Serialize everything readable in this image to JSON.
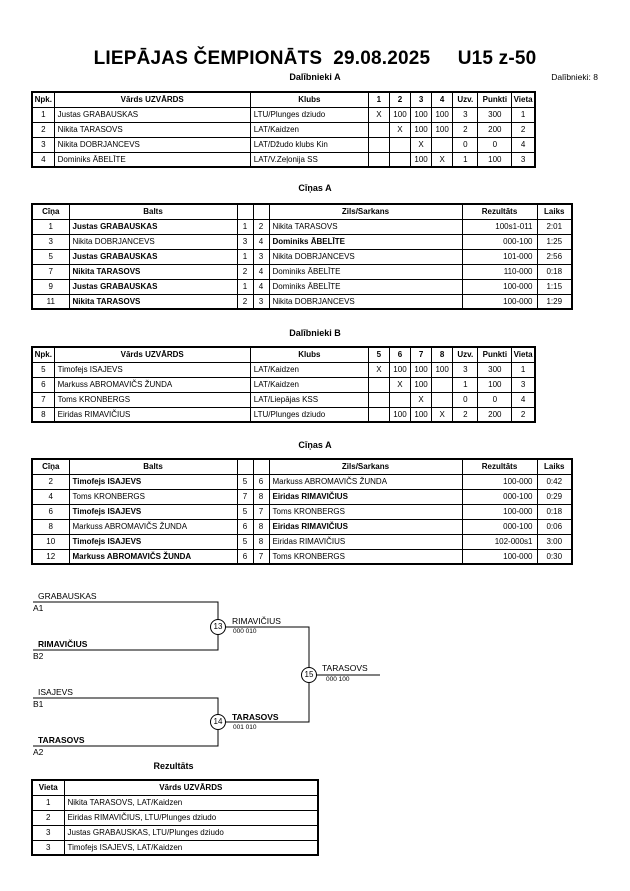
{
  "header": {
    "title": "LIEPĀJAS ČEMPIONĀTS  29.08.2025     U15 z-50",
    "pool_a_title": "Dalībnieki A",
    "participants_count": "Dalībnieki: 8"
  },
  "pool_a": {
    "headers": [
      "Npk.",
      "Vārds UZVĀRDS",
      "Klubs",
      "1",
      "2",
      "3",
      "4",
      "Uzv.",
      "Punkti",
      "Vieta"
    ],
    "rows": [
      [
        "1",
        "Justas GRABAUSKAS",
        "LTU/Plunges dziudo",
        "X",
        "100",
        "100",
        "100",
        "3",
        "300",
        "1"
      ],
      [
        "2",
        "Nikita TARASOVS",
        "LAT/Kaidzen",
        "",
        "X",
        "100",
        "100",
        "2",
        "200",
        "2"
      ],
      [
        "3",
        "Nikita DOBRJANCEVS",
        "LAT/Džudo klubs Kin",
        "",
        "",
        "X",
        "",
        "0",
        "0",
        "4"
      ],
      [
        "4",
        "Dominiks ĀBELĪTE",
        "LAT/V.Zeļonija SS",
        "",
        "",
        "100",
        "X",
        "1",
        "100",
        "3"
      ]
    ]
  },
  "fights_a": {
    "title": "Cīņas A",
    "headers": [
      "Cīņa",
      "Balts",
      "",
      "",
      "Zils/Sarkans",
      "Rezultāts",
      "Laiks"
    ],
    "rows": [
      {
        "n": "1",
        "white": "Justas GRABAUSKAS",
        "wb": true,
        "a": "1",
        "b": "2",
        "blue": "Nikita TARASOVS",
        "bb": false,
        "res": "100s1-011",
        "time": "2:01"
      },
      {
        "n": "3",
        "white": "Nikita DOBRJANCEVS",
        "wb": false,
        "a": "3",
        "b": "4",
        "blue": "Dominiks ĀBELĪTE",
        "bb": true,
        "res": "000-100",
        "time": "1:25"
      },
      {
        "n": "5",
        "white": "Justas GRABAUSKAS",
        "wb": true,
        "a": "1",
        "b": "3",
        "blue": "Nikita DOBRJANCEVS",
        "bb": false,
        "res": "101-000",
        "time": "2:56"
      },
      {
        "n": "7",
        "white": "Nikita TARASOVS",
        "wb": true,
        "a": "2",
        "b": "4",
        "blue": "Dominiks ĀBELĪTE",
        "bb": false,
        "res": "110-000",
        "time": "0:18"
      },
      {
        "n": "9",
        "white": "Justas GRABAUSKAS",
        "wb": true,
        "a": "1",
        "b": "4",
        "blue": "Dominiks ĀBELĪTE",
        "bb": false,
        "res": "100-000",
        "time": "1:15"
      },
      {
        "n": "11",
        "white": "Nikita TARASOVS",
        "wb": true,
        "a": "2",
        "b": "3",
        "blue": "Nikita DOBRJANCEVS",
        "bb": false,
        "res": "100-000",
        "time": "1:29"
      }
    ]
  },
  "pool_b": {
    "title": "Dalībnieki B",
    "headers": [
      "Npk.",
      "Vārds UZVĀRDS",
      "Klubs",
      "5",
      "6",
      "7",
      "8",
      "Uzv.",
      "Punkti",
      "Vieta"
    ],
    "rows": [
      [
        "5",
        "Timofejs ISAJEVS",
        "LAT/Kaidzen",
        "X",
        "100",
        "100",
        "100",
        "3",
        "300",
        "1"
      ],
      [
        "6",
        "Markuss ABROMAVIČS ŽUNDA",
        "LAT/Kaidzen",
        "",
        "X",
        "100",
        "",
        "1",
        "100",
        "3"
      ],
      [
        "7",
        "Toms KRONBERGS",
        "LAT/Liepājas KSS",
        "",
        "",
        "X",
        "",
        "0",
        "0",
        "4"
      ],
      [
        "8",
        "Eiridas RIMAVIČIUS",
        "LTU/Plunges dziudo",
        "",
        "100",
        "100",
        "X",
        "2",
        "200",
        "2"
      ]
    ]
  },
  "fights_b": {
    "title": "Cīņas A",
    "headers": [
      "Cīņa",
      "Balts",
      "",
      "",
      "Zils/Sarkans",
      "Rezultāts",
      "Laiks"
    ],
    "rows": [
      {
        "n": "2",
        "white": "Timofejs ISAJEVS",
        "wb": true,
        "a": "5",
        "b": "6",
        "blue": "Markuss ABROMAVIČS ŽUNDA",
        "bb": false,
        "res": "100-000",
        "time": "0:42"
      },
      {
        "n": "4",
        "white": "Toms KRONBERGS",
        "wb": false,
        "a": "7",
        "b": "8",
        "blue": "Eiridas RIMAVIČIUS",
        "bb": true,
        "res": "000-100",
        "time": "0:29"
      },
      {
        "n": "6",
        "white": "Timofejs ISAJEVS",
        "wb": true,
        "a": "5",
        "b": "7",
        "blue": "Toms KRONBERGS",
        "bb": false,
        "res": "100-000",
        "time": "0:18"
      },
      {
        "n": "8",
        "white": "Markuss ABROMAVIČS ŽUNDA",
        "wb": false,
        "a": "6",
        "b": "8",
        "blue": "Eiridas RIMAVIČIUS",
        "bb": true,
        "res": "000-100",
        "time": "0:06"
      },
      {
        "n": "10",
        "white": "Timofejs ISAJEVS",
        "wb": true,
        "a": "5",
        "b": "8",
        "blue": "Eiridas RIMAVIČIUS",
        "bb": false,
        "res": "102-000s1",
        "time": "3:00"
      },
      {
        "n": "12",
        "white": "Markuss ABROMAVIČS ŽUNDA",
        "wb": true,
        "a": "6",
        "b": "7",
        "blue": "Toms KRONBERGS",
        "bb": false,
        "res": "100-000",
        "time": "0:30"
      }
    ]
  },
  "bracket": {
    "s1_top_name": "GRABAUSKAS",
    "s1_top_seed": "A1",
    "s1_bot_name": "RIMAVIČIUS",
    "s1_bot_seed": "B2",
    "s2_top_name": "ISAJEVS",
    "s2_top_seed": "B1",
    "s2_bot_name": "TARASOVS",
    "s2_bot_seed": "A2",
    "semi1_no": "13",
    "semi1_winner": "RIMAVIČIUS",
    "semi1_score": "000   010",
    "semi2_no": "14",
    "semi2_winner": "TARASOVS",
    "semi2_score": "001   010",
    "final_no": "15",
    "final_winner": "TARASOVS",
    "final_score": "000   100"
  },
  "results": {
    "title": "Rezultāts",
    "headers": [
      "Vieta",
      "Vārds UZVĀRDS"
    ],
    "rows": [
      [
        "1",
        "Nikita TARASOVS, LAT/Kaidzen"
      ],
      [
        "2",
        "Eiridas RIMAVIČIUS, LTU/Plunges dziudo"
      ],
      [
        "3",
        "Justas GRABAUSKAS, LTU/Plunges dziudo"
      ],
      [
        "3",
        "Timofejs ISAJEVS, LAT/Kaidzen"
      ]
    ]
  }
}
